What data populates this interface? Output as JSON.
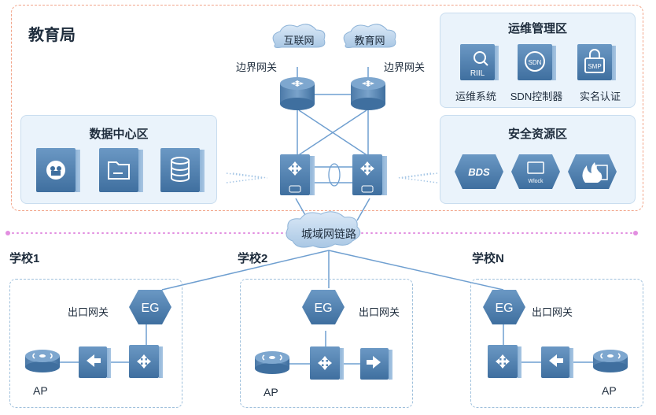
{
  "edu": {
    "title": "教育局"
  },
  "ops_zone": {
    "title": "运维管理区",
    "items": [
      "运维系统",
      "SDN控制器",
      "实名认证"
    ],
    "icon_texts": [
      "RIIL",
      "SDN",
      "SMP"
    ]
  },
  "security_zone": {
    "title": "安全资源区",
    "icon_texts": [
      "BDS",
      "Wlock"
    ]
  },
  "datacenter_zone": {
    "title": "数据中心区"
  },
  "clouds": {
    "internet": "互联网",
    "edunet": "教育网",
    "wan": "城域网链路"
  },
  "border_gateway_label": "边界网关",
  "schools": [
    {
      "title": "学校1",
      "gateway_label": "出口网关",
      "eg": "EG",
      "ap": "AP"
    },
    {
      "title": "学校2",
      "gateway_label": "出口网关",
      "eg": "EG",
      "ap": "AP"
    },
    {
      "title": "学校N",
      "gateway_label": "出口网关",
      "eg": "EG",
      "ap": "AP"
    }
  ],
  "colors": {
    "device_blue": "#3f6f9f",
    "device_light": "#6b98c4",
    "line": "#6f9fd0",
    "dotted_divider": "#e28ee0",
    "edu_border": "#f2a58a",
    "zone_fill": "#eaf3fb"
  }
}
